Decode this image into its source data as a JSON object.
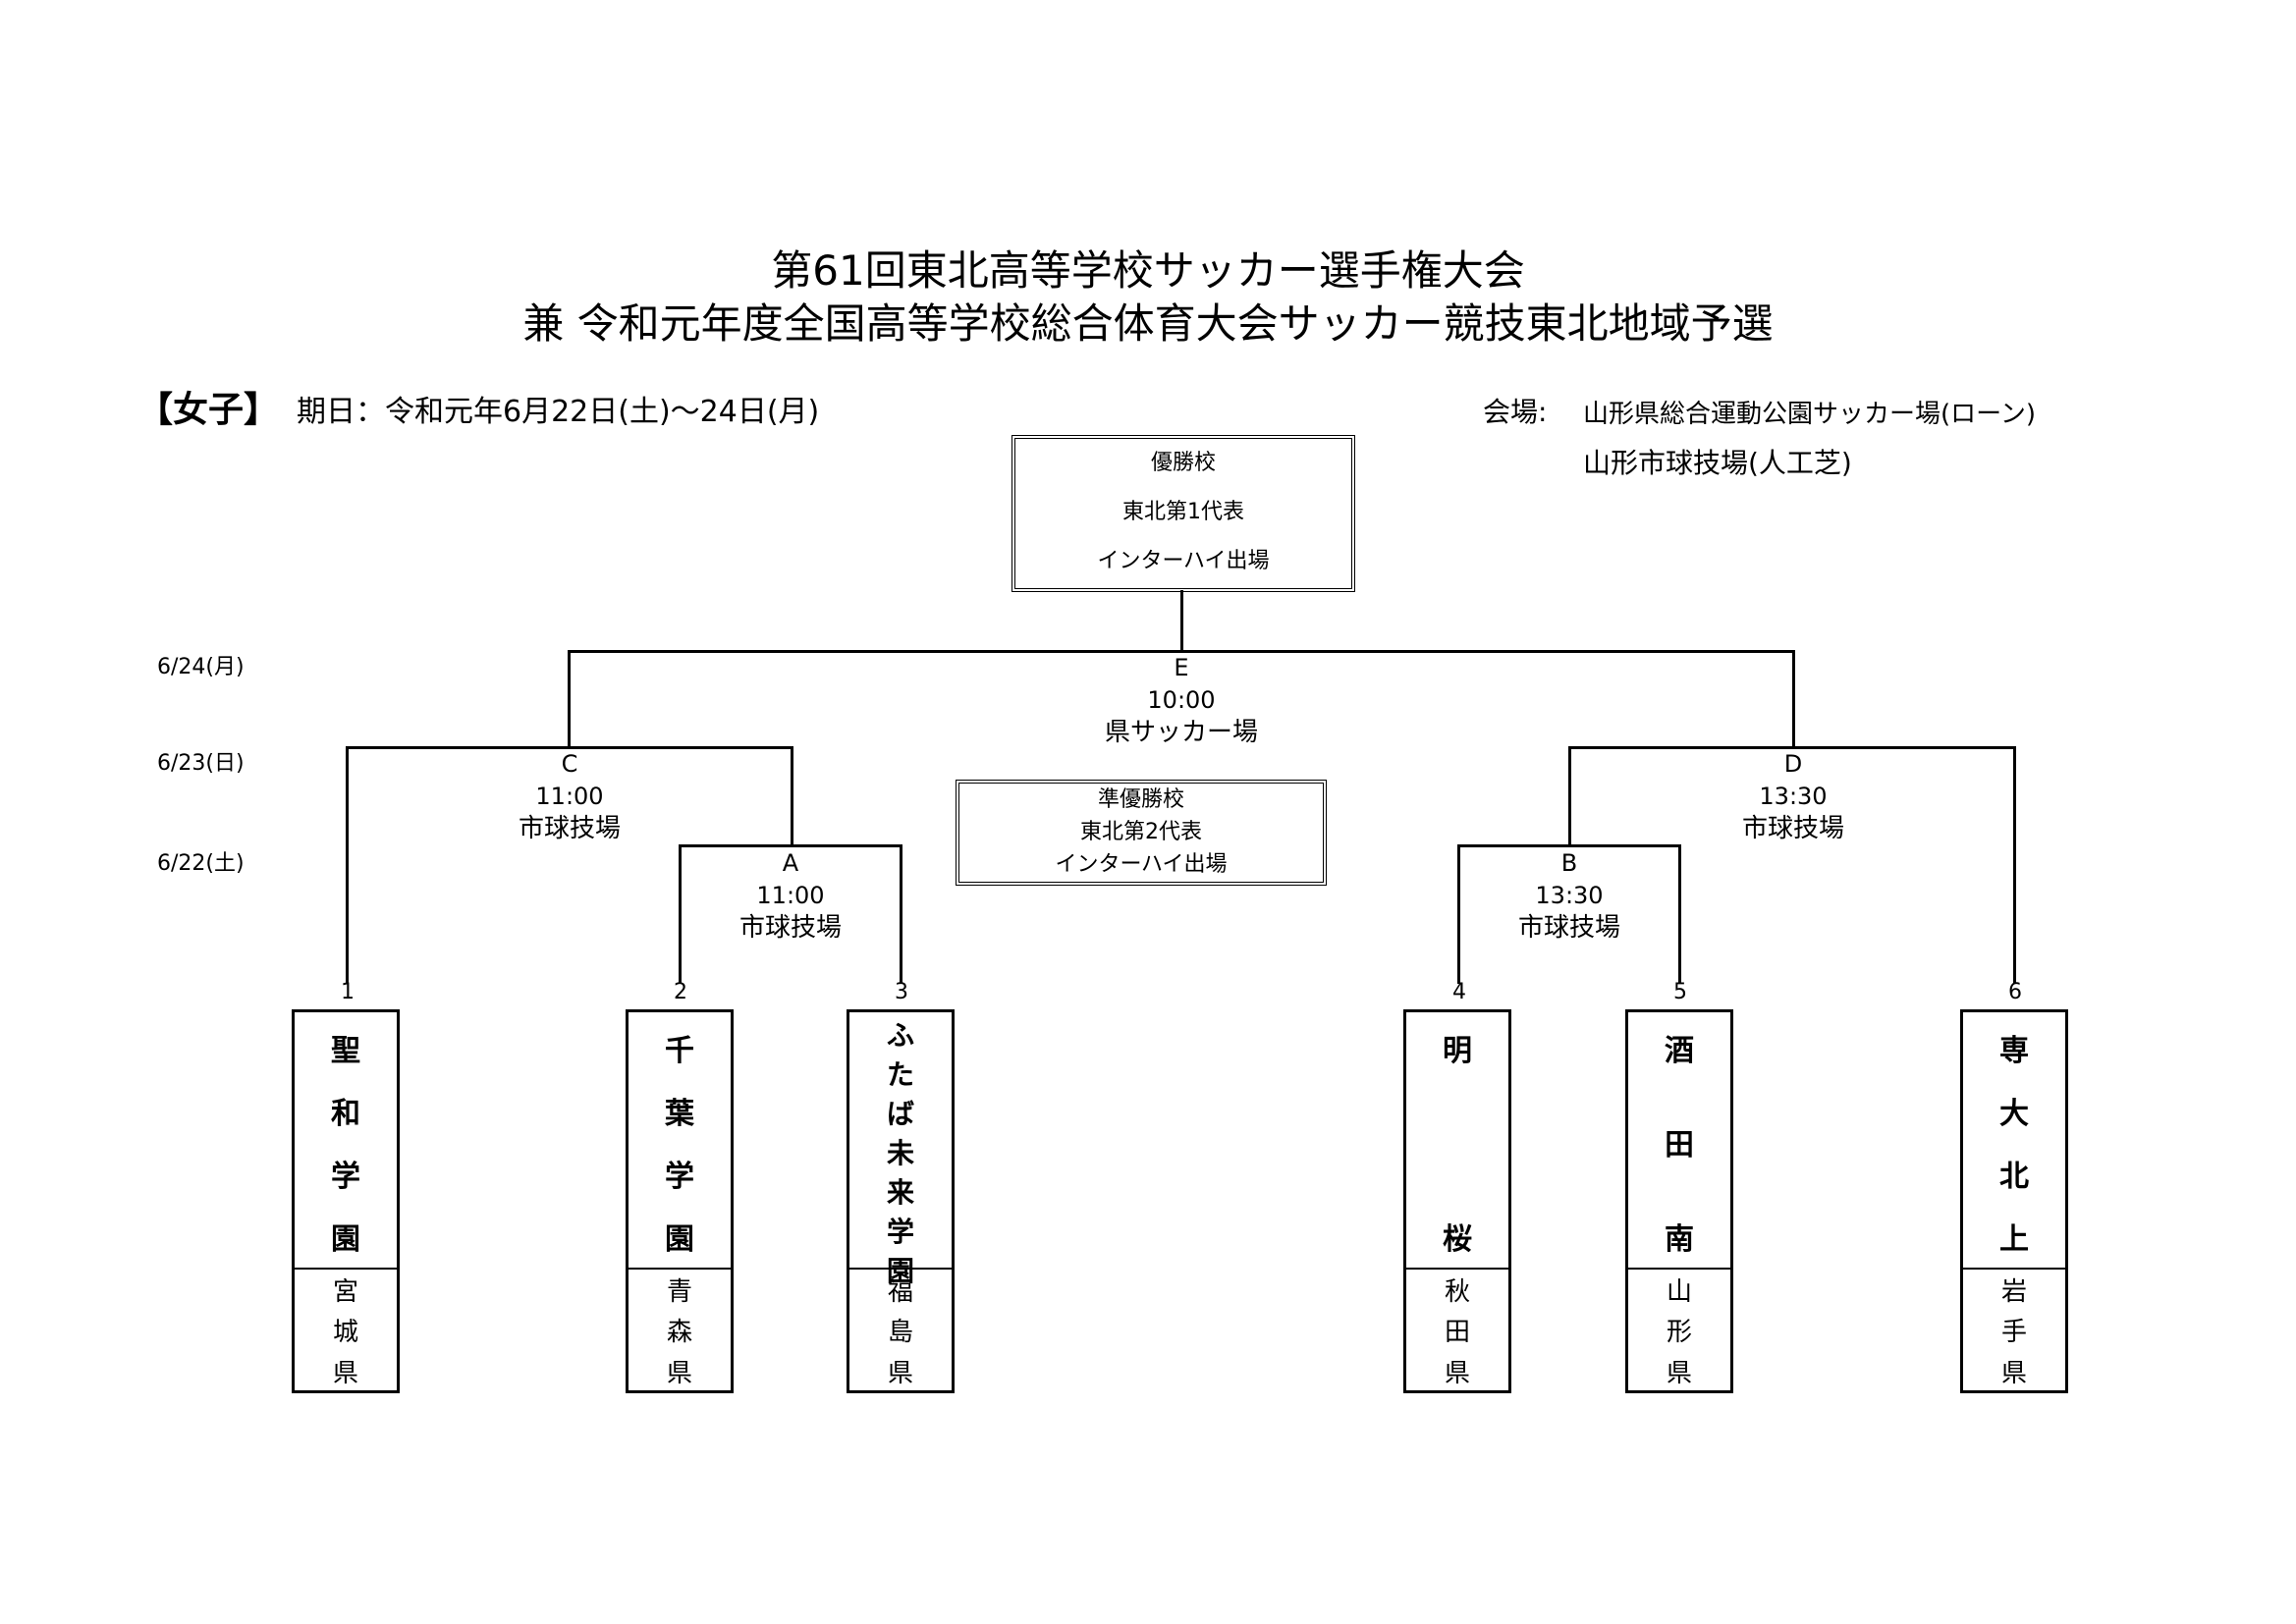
{
  "title": {
    "line1": "第61回東北高等学校サッカー選手権大会",
    "line2": "兼 令和元年度全国高等学校総合体育大会サッカー競技東北地域予選"
  },
  "header": {
    "category": "【女子】",
    "date_label": "期日：令和元年6月22日(土)～24日(月)",
    "venue_label": "会場:",
    "venue1": "山形県総合運動公園サッカー場(ローン)",
    "venue2": "山形市球技場(人工芝)"
  },
  "rounds": {
    "day3": "6/24(月)",
    "day2": "6/23(日)",
    "day1": "6/22(土)"
  },
  "winner_box": {
    "l1": "優勝校",
    "l2": "東北第1代表",
    "l3": "インターハイ出場"
  },
  "runnerup_box": {
    "l1": "準優勝校",
    "l2": "東北第2代表",
    "l3": "インターハイ出場"
  },
  "matches": {
    "E": {
      "id": "E",
      "time": "10:00",
      "venue": "県サッカー場"
    },
    "C": {
      "id": "C",
      "time": "11:00",
      "venue": "市球技場"
    },
    "D": {
      "id": "D",
      "time": "13:30",
      "venue": "市球技場"
    },
    "A": {
      "id": "A",
      "time": "11:00",
      "venue": "市球技場"
    },
    "B": {
      "id": "B",
      "time": "13:30",
      "venue": "市球技場"
    }
  },
  "teams": [
    {
      "seed": "1",
      "name": [
        "聖",
        "和",
        "学",
        "園"
      ],
      "pref": [
        "宮",
        "城",
        "県"
      ]
    },
    {
      "seed": "2",
      "name": [
        "千",
        "葉",
        "学",
        "園"
      ],
      "pref": [
        "青",
        "森",
        "県"
      ]
    },
    {
      "seed": "3",
      "name": [
        "ふ",
        "た",
        "ば",
        "未",
        "来",
        "学",
        "園"
      ],
      "pref": [
        "福",
        "島",
        "県"
      ]
    },
    {
      "seed": "4",
      "name": [
        "明",
        "桜"
      ],
      "pref": [
        "秋",
        "田",
        "県"
      ]
    },
    {
      "seed": "5",
      "name": [
        "酒",
        "田",
        "南"
      ],
      "pref": [
        "山",
        "形",
        "県"
      ]
    },
    {
      "seed": "6",
      "name": [
        "専",
        "大",
        "北",
        "上"
      ],
      "pref": [
        "岩",
        "手",
        "県"
      ]
    }
  ]
}
